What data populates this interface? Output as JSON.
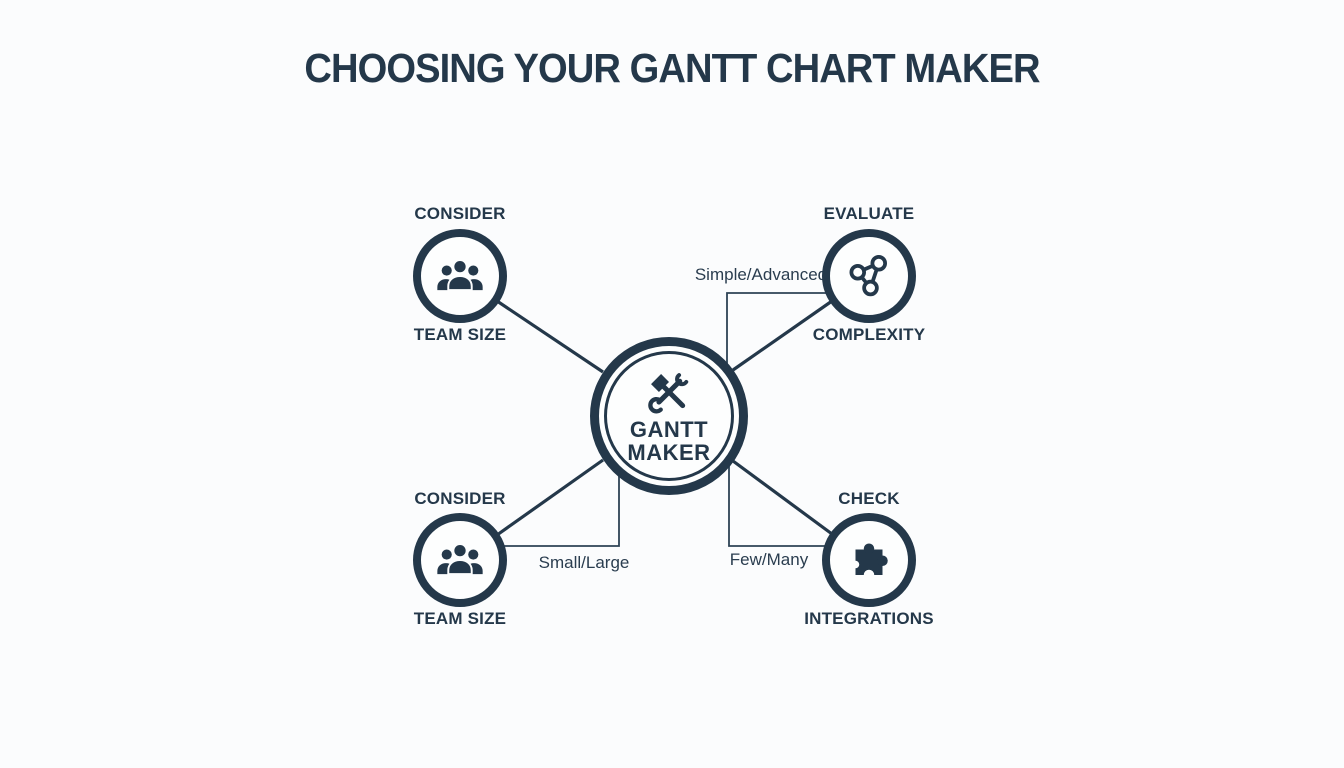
{
  "canvas": {
    "background": "#fbfcfd",
    "ink": "#24384a",
    "thin_line": "#2e4356"
  },
  "title": {
    "text": "CHOOSING YOUR GANTT CHART MAKER"
  },
  "center_node": {
    "icon": "crossed-tools-icon",
    "label_line1": "GANTT",
    "label_line2": "MAKER"
  },
  "nodes": {
    "team_size_top": {
      "eyebrow": "CONSIDER",
      "label": "TEAM SIZE",
      "icon": "team-icon"
    },
    "complexity": {
      "eyebrow": "EVALUATE",
      "label": "COMPLEXITY",
      "icon": "network-icon"
    },
    "team_size_bottom": {
      "eyebrow": "CONSIDER",
      "label": "TEAM SIZE",
      "icon": "team-icon"
    },
    "integrations": {
      "eyebrow": "CHECK",
      "label": "INTEGRATIONS",
      "icon": "puzzle-icon"
    }
  },
  "edge_labels": {
    "complexity_edge": "Simple/Advanced",
    "team_size_edge": "Small/Large",
    "integrations_edge": "Few/Many"
  }
}
